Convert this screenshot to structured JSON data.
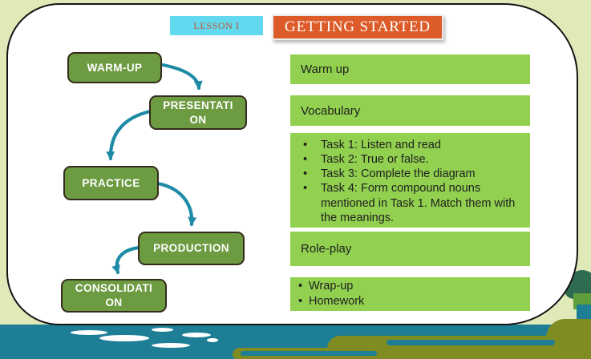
{
  "colors": {
    "background": "#e0eab8",
    "panel": "#ffffff",
    "stage_fill": "#6d9b41",
    "stage_border": "#352b1d",
    "detail_bar": "#92d050",
    "arrow": "#1d8ba6",
    "lesson_chip_bg": "#62d9ef",
    "lesson_chip_text": "#c05230",
    "title_chip_bg": "#dd5b28",
    "title_chip_text": "#ffffff",
    "water": "#1d7e96",
    "land": "#7e8c21",
    "mountain": "#2e6b50"
  },
  "header": {
    "lesson_label": "LESSON I",
    "title": "GETTING STARTED"
  },
  "diagram": {
    "stages": [
      {
        "name": "warm-up",
        "lines": [
          "WARM-UP"
        ]
      },
      {
        "name": "presentation",
        "lines": [
          "PRESENTATI",
          "ON"
        ]
      },
      {
        "name": "practice",
        "lines": [
          "PRACTICE"
        ]
      },
      {
        "name": "production",
        "lines": [
          "PRODUCTION"
        ]
      },
      {
        "name": "consolidation",
        "lines": [
          "CONSOLIDATI",
          "ON"
        ]
      }
    ]
  },
  "details": {
    "warm_up": "Warm up",
    "vocabulary": "Vocabulary",
    "tasks": [
      "Task 1: Listen and read",
      "Task 2: True or false.",
      "Task 3: Complete the diagram",
      "Task 4: Form compound nouns mentioned in Task 1. Match them with the meanings."
    ],
    "role_play": "Role-play",
    "wrap_up_items": [
      "Wrap-up",
      "Homework"
    ]
  }
}
